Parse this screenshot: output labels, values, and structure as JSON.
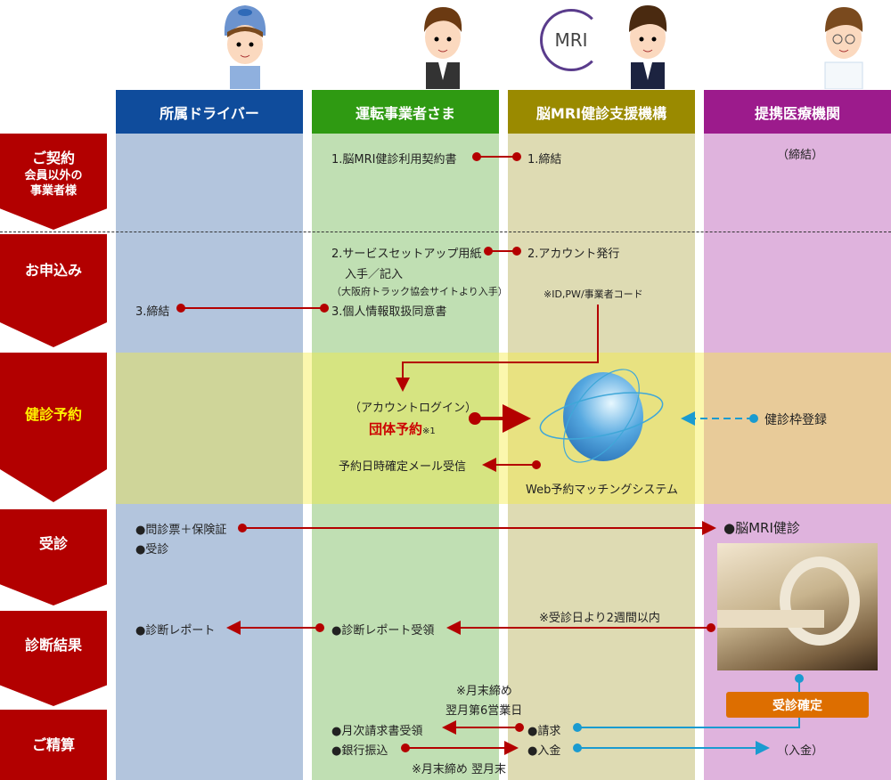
{
  "logo": "MRI",
  "columns": [
    {
      "label": "所属ドライバー",
      "color": "#0f4c9c",
      "bg": "#b3c5dd"
    },
    {
      "label": "運転事業者さま",
      "color": "#2f9a12",
      "bg": "#c0dfb3"
    },
    {
      "label": "脳MRI健診支援機構",
      "color": "#9a8a00",
      "bg": "#dedbb3"
    },
    {
      "label": "提携医療機関",
      "color": "#9c1b8c",
      "bg": "#dfb3dd"
    }
  ],
  "rows": [
    {
      "label": "ご契約",
      "sub1": "会員以外の",
      "sub2": "事業者様"
    },
    {
      "label": "お申込み"
    },
    {
      "label": "健診予約"
    },
    {
      "label": "受診"
    },
    {
      "label": "診断結果"
    },
    {
      "label": "ご精算"
    }
  ],
  "contract": {
    "operator": "1.脳MRI健診利用契約書",
    "org": "1.締結",
    "clinic": "（締結）"
  },
  "apply": {
    "operator1": "2.サービスセットアップ用紙",
    "operator1b": "入手／記入",
    "operator1c": "（大阪府トラック協会サイトより入手）",
    "org": "2.アカウント発行",
    "org_note": "※ID,PW/事業者コード",
    "driver": "3.締結",
    "operator3": "3.個人情報取扱同意書"
  },
  "reserve": {
    "login": "（アカウントログイン）",
    "group": "団体予約",
    "group_note": "※1",
    "mail": "予約日時確定メール受信",
    "system": "Web予約マッチングシステム",
    "clinic": "健診枠登録"
  },
  "exam": {
    "driver1": "●問診票＋保険証",
    "driver2": "●受診",
    "clinic": "●脳MRI健診"
  },
  "result": {
    "driver": "●診断レポート",
    "operator": "●診断レポート受領",
    "note": "※受診日より2週間以内"
  },
  "billing": {
    "note1": "※月末締め",
    "note2": "翌月第6営業日",
    "operator1": "●月次請求書受領",
    "operator2": "●銀行振込",
    "org1": "●請求",
    "org2": "●入金",
    "clinic": "（入金）",
    "note3": "※月末締め 翌月末",
    "confirm": "受診確定"
  }
}
